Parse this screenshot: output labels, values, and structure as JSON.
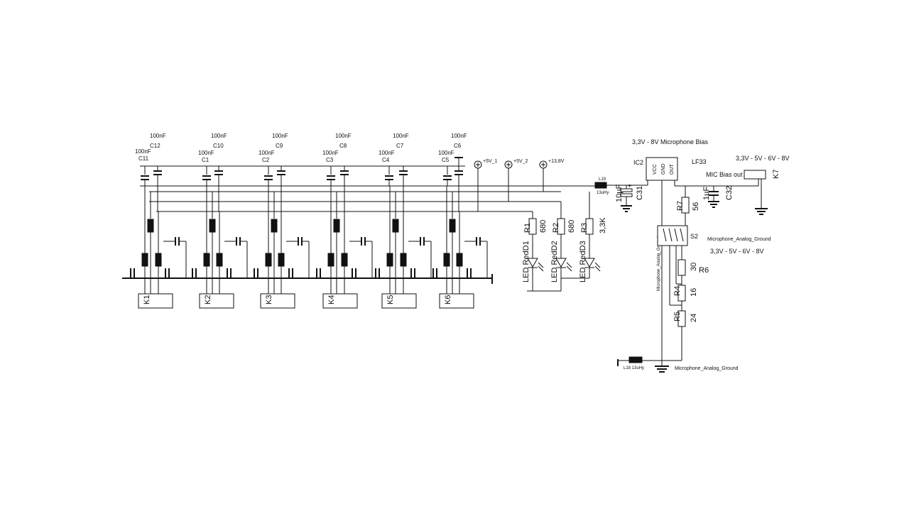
{
  "filter_channels": [
    {
      "connector": "K1",
      "top_cap_value": "100nF",
      "top_cap_ref": "C12",
      "mid_cap_value": "100nF",
      "mid_cap_ref": "C11"
    },
    {
      "connector": "K2",
      "top_cap_value": "100nF",
      "top_cap_ref": "C10",
      "mid_cap_value": "100nF",
      "mid_cap_ref": "C1"
    },
    {
      "connector": "K3",
      "top_cap_value": "100nF",
      "top_cap_ref": "C9",
      "mid_cap_value": "100nF",
      "mid_cap_ref": "C2"
    },
    {
      "connector": "K4",
      "top_cap_value": "100nF",
      "top_cap_ref": "C8",
      "mid_cap_value": "100nF",
      "mid_cap_ref": "C3"
    },
    {
      "connector": "K5",
      "top_cap_value": "100nF",
      "top_cap_ref": "C7",
      "mid_cap_value": "100nF",
      "mid_cap_ref": "C4"
    },
    {
      "connector": "K6",
      "top_cap_value": "100nF",
      "top_cap_ref": "C6",
      "mid_cap_value": "100nF",
      "mid_cap_ref": "C5"
    }
  ],
  "supplies": [
    {
      "name": "+5V_1"
    },
    {
      "name": "+5V_2"
    },
    {
      "name": "+13,8V"
    }
  ],
  "leds": [
    {
      "resistor_ref": "R1",
      "resistor_value": "680",
      "led_label": "LED RedD1"
    },
    {
      "resistor_ref": "R2",
      "resistor_value": "680",
      "led_label": "LED RedD2"
    },
    {
      "resistor_ref": "R3",
      "resistor_value": "3,3K",
      "led_label": "LED RedD3"
    }
  ],
  "bias": {
    "section_title": "3,3V - 8V Microphone Bias",
    "ic_ref": "IC2",
    "ic_part": "LF33",
    "ic_pins": [
      "VCC",
      "GND",
      "OUT"
    ],
    "inductor_ref": "L19",
    "inductor_value": "13uHy",
    "c31_ref": "C31",
    "c31_value": "10µF",
    "c32_ref": "C32",
    "c32_value": "1µF",
    "r7_ref": "R7",
    "r7_value": "56",
    "switch_ref": "S2",
    "switch_label": "3,3V - 5V - 6V - 8V",
    "r6_ref": "R6",
    "r6_value": "30",
    "r4_ref": "R4",
    "r4_value": "16",
    "r5_ref": "R5",
    "r5_value": "24",
    "output_voltage_label": "3,3V - 5V - 6V - 8V",
    "output_label": "MIC Bias out",
    "output_connector": "K7",
    "ground_label_vertical": "Microphone_Analog_Ground",
    "ground_label_switch": "Microphone_Analog_Ground",
    "ground_label_bottom": "Microphone_Analog_Ground",
    "ground_inductor_label": "L18 13uHy"
  }
}
